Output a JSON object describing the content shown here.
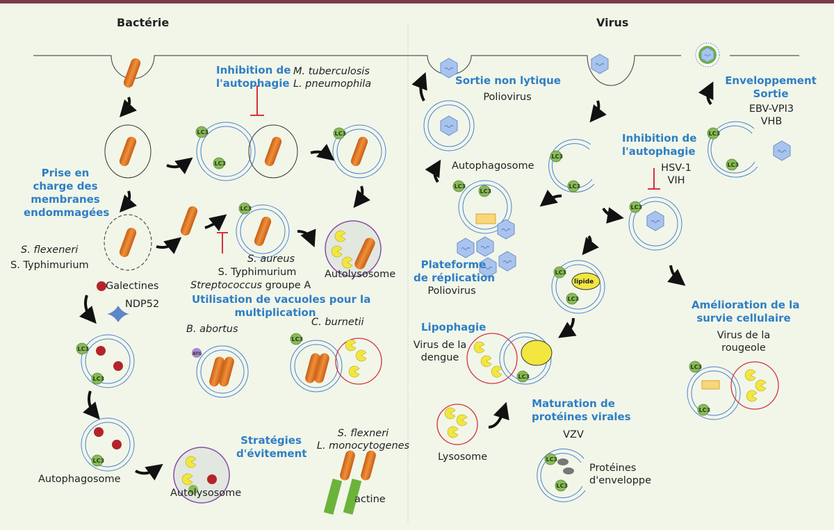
{
  "colors": {
    "header_bar": "#7a3a4c",
    "background": "#f1f6e9",
    "title_blue": "#2f7ec4",
    "bacterium": "#e07a28",
    "membrane_blue": "#4a7fd0",
    "lc3_green": "#8ab85a",
    "lysosome_red": "#d4323c",
    "autolysosome_purple": "#8a4aa8",
    "virus_hex": "#a8c4ee",
    "inhibition_red": "#d4323c"
  },
  "sections": {
    "bacteria": {
      "title": "Bactérie"
    },
    "virus": {
      "title": "Virus"
    }
  },
  "bacteria": {
    "inhibition": {
      "title": "Inhibition de l'autophagie",
      "title_l1": "Inhibition de",
      "title_l2": "l'autophagie",
      "species_l1": "M. tuberculosis",
      "species_l2": "L. pneumophila"
    },
    "damaged_membranes": {
      "title_l1": "Prise en",
      "title_l2": "charge des",
      "title_l3": "membranes",
      "title_l4": "endommagées",
      "species_l1": "S. flexeneri",
      "species_l2": "S. Typhimurium"
    },
    "galectines": "Galectines",
    "ndp52": "NDP52",
    "blocked": {
      "species_l1": "S. aureus",
      "species_l2": "S. Typhimurium",
      "species_l3_italic": "Streptococcus",
      "species_l3_rest": " groupe A"
    },
    "autolysosome_top": "Autolysosome",
    "vacuoles": {
      "title_l1": "Utilisation de vacuoles pour la",
      "title_l2": "multiplication",
      "species_a": "B. abortus",
      "species_b": "C. burnetii",
      "atg": "ATG"
    },
    "avoidance": {
      "title_l1": "Stratégies",
      "title_l2": "d'évitement",
      "species_l1": "S. flexneri",
      "species_l2": "L. monocytogenes",
      "actin": "actine"
    },
    "autophagosome": "Autophagosome",
    "autolysosome_bottom": "Autolysosome",
    "lc3": "LC3"
  },
  "virus": {
    "non_lytic_exit": {
      "title": "Sortie non lytique",
      "species": "Poliovirus"
    },
    "envelope_exit": {
      "title_l1": "Enveloppement",
      "title_l2": "Sortie",
      "species_l1": "EBV-VPI3",
      "species_l2": "VHB"
    },
    "inhibition": {
      "title_l1": "Inhibition de",
      "title_l2": "l'autophagie",
      "species_l1": "HSV-1",
      "species_l2": "VIH"
    },
    "autophagosome": "Autophagosome",
    "replication": {
      "title_l1": "Plateforme",
      "title_l2": "de réplication",
      "species": "Poliovirus"
    },
    "lipid": "lipide",
    "lipophagy": {
      "title": "Lipophagie",
      "species_l1": "Virus de la",
      "species_l2": "dengue"
    },
    "survival": {
      "title_l1": "Amélioration de la",
      "title_l2": "survie cellulaire",
      "species_l1": "Virus de la",
      "species_l2": "rougeole"
    },
    "lysosome": "Lysosome",
    "maturation": {
      "title_l1": "Maturation de",
      "title_l2": "protéines virales",
      "species": "VZV",
      "label_l1": "Protéines",
      "label_l2": "d'enveloppe"
    }
  }
}
